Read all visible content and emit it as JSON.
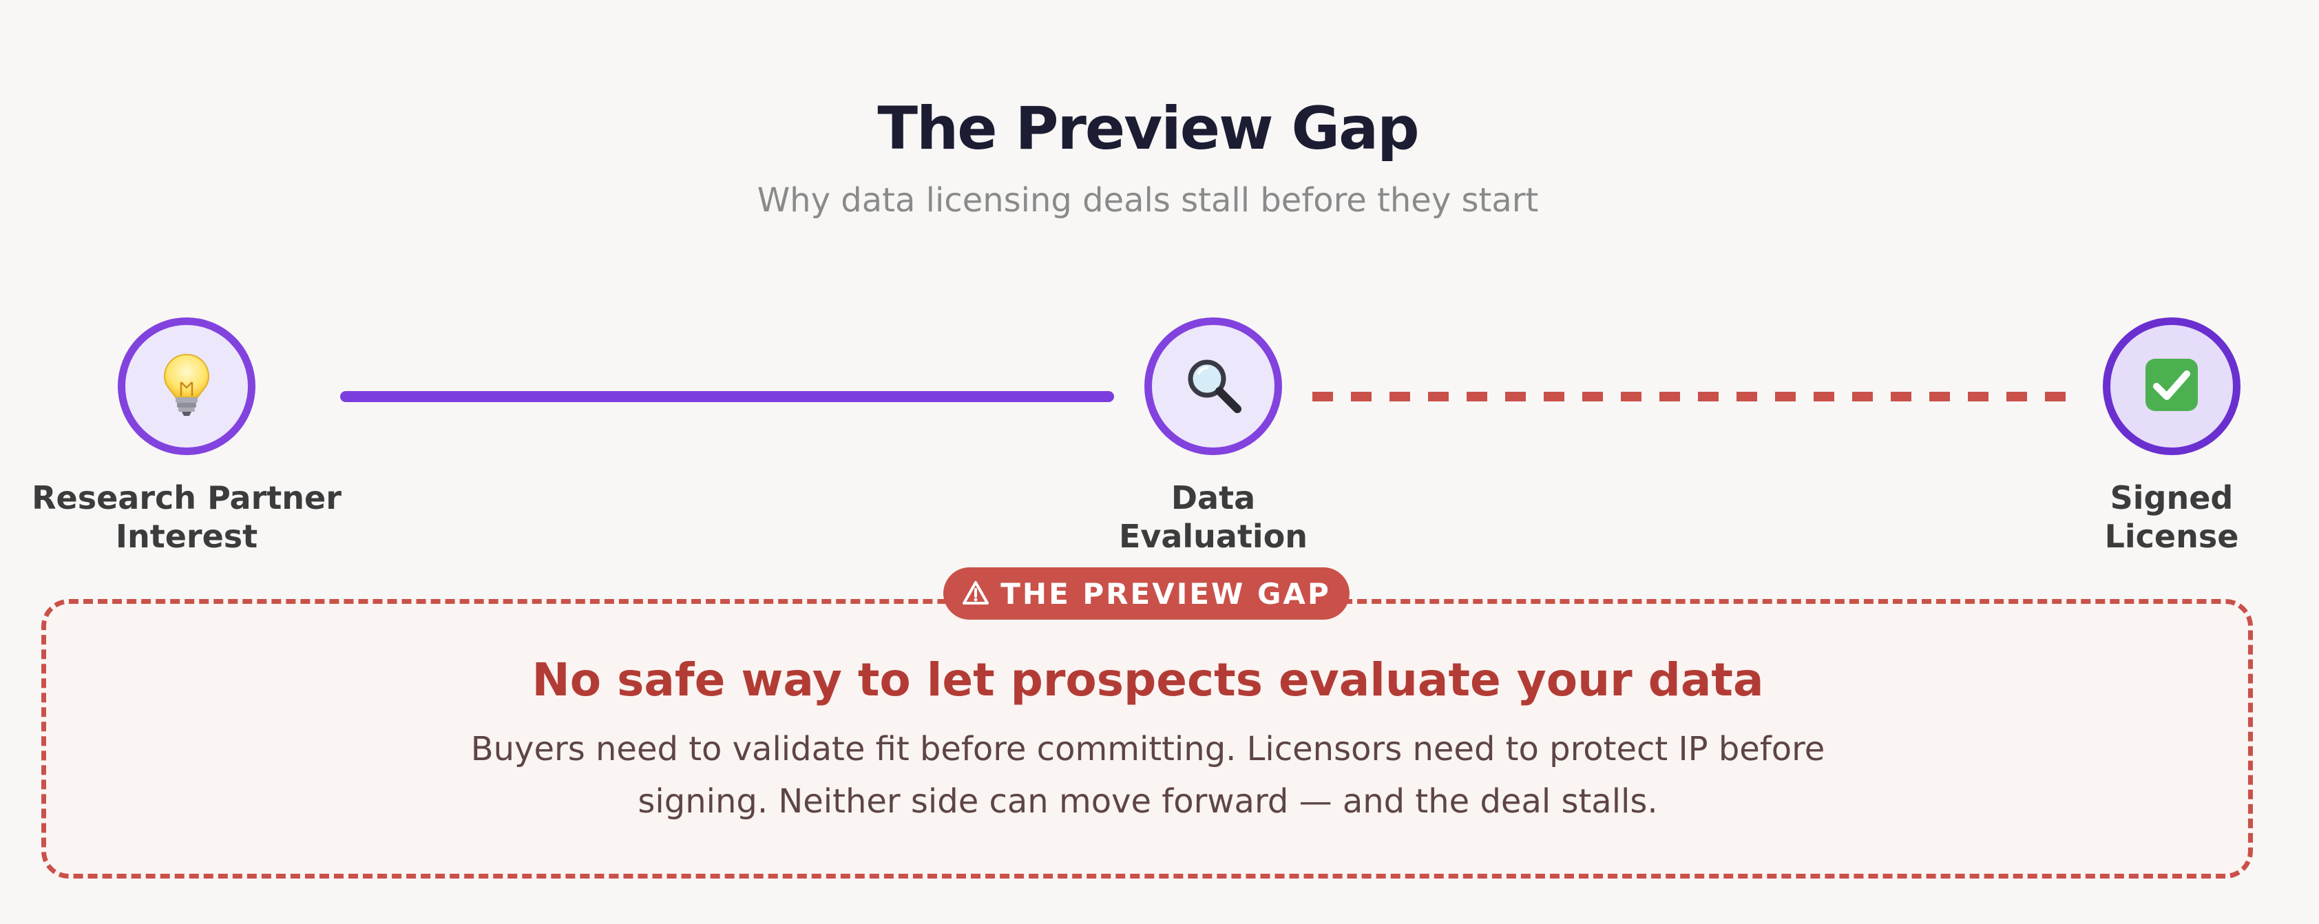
{
  "header": {
    "title": "The Preview Gap",
    "subtitle": "Why data licensing deals stall before they start"
  },
  "steps": [
    {
      "label_line1": "Research Partner",
      "label_line2": "Interest",
      "icon": "lightbulb-icon",
      "emoji": "💡"
    },
    {
      "label_line1": "Data",
      "label_line2": "Evaluation",
      "icon": "magnifying-glass-icon",
      "emoji": "🔍"
    },
    {
      "label_line1": "Signed",
      "label_line2": "License",
      "icon": "check-mark-icon",
      "emoji": "✅"
    }
  ],
  "connectors": [
    {
      "style": "solid",
      "color": "#7c3ddf"
    },
    {
      "style": "dashed",
      "color": "#c9514a"
    }
  ],
  "gap": {
    "badge_icon": "⚠",
    "badge_label": "THE PREVIEW GAP",
    "heading": "No safe way to let prospects evaluate your data",
    "body": "Buyers need to validate fit before committing. Licensors need to protect IP before signing. Neither side can move forward — and the deal stalls."
  },
  "colors": {
    "accent_purple": "#8242de",
    "warning_red": "#c9514a",
    "title_dark": "#1c1c33"
  }
}
